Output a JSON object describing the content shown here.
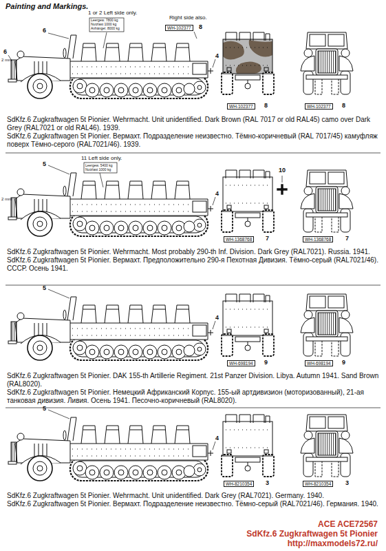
{
  "diagram": {
    "title": "Painting and Markings.",
    "labels": [
      "1 or 2 Left side only.",
      "Leergew. 7800 kg",
      "Nutzlast 1000 kg",
      "Anhängel. 8000 kg",
      "Right side also.",
      "WH-102377",
      "8",
      "6",
      "6",
      "2 mm",
      "4",
      "WH-102377",
      "8",
      "WH-102377",
      "8",
      "SdKfz.6 Zugkraftwagen 5t Pionier. Wehrmacht. Unit unidentified. Dark Brown (RAL 7017 or old RAL45) camo over Dark Grey (RAL7021 or old RAL46). 1939.",
      "SdKfz.6 Zugkraftwagen 5t Pionier. Вермахт. Подразделение неизвестно. Тёмно-коричневый (RAL 7017/45) камуфляж поверх Тёмно-серого (RAL7021/46). 1939.",
      "11 Left side only.",
      "Leergew. 5400 kg",
      "Nutzlast 1000 kg",
      "5",
      "2 mm",
      "4",
      "10",
      "WH-1368768",
      "7",
      "WH-1368768",
      "7",
      "SdKfz.6 Zugkraftwagen 5t Pionier. Wehrmacht. Most probably 290-th Inf. Division. Dark Grey (RAL7021). Russia. 1941.",
      "SdKfz.6 Zugkraftwagen 5t Pionier. Вермахт. Предположительно 290-я Пехотная Дивизия. Тёмно-серый (RAL7021/46). СССР. Осень 1941.",
      "5",
      "4",
      "WH-698194",
      "9",
      "WH-698194",
      "9",
      "SdKfz.6 Zugkraftwagen 5t Pionier. DAK 155-th Artillerie Regiment. 21st Panzer Division. Libya. Autumn 1941. Sand Brown (RAL8020).",
      "SdKfz.6 Zugkraftwagen 5t Pionier. Немецкий Африканский Корпус. 155-ый артдивизион (моторизованный), 21-ая танковая дивизия. Ливия. Осень 1941. Песочно-коричневый (RAL8020).",
      "5",
      "4",
      "WH-8210354",
      "3",
      "WH-8210354",
      "3",
      "SdKfz.6 Zugkraftwagen 5t Pionier. Wehrmacht. Unit unidentified. Dark Grey (RAL7021). Germany. 1940.",
      "SdKfz.6 Zugkraftwagen 5t Pionier. Вермахт. Подразделение неизвестно. Тёмно-серый (RAL7021/46). Германия. 1940.",
      "ACE ACE72567",
      "SdKfz.6 Zugkraftwagen 5t Pionier",
      "http://maxmodels72.ru/"
    ]
  }
}
